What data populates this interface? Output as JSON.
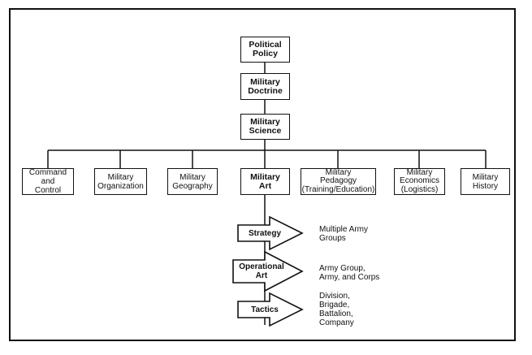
{
  "hierarchy": {
    "political_policy": "Political\nPolicy",
    "military_doctrine": "Military\nDoctrine",
    "military_science": "Military\nScience"
  },
  "branches": [
    "Command\nand\nControl",
    "Military\nOrganization",
    "Military\nGeography",
    "Military\nArt",
    "Military\nPedagogy\n(Training/Education)",
    "Military\nEconomics\n(Logistics)",
    "Military\nHistory"
  ],
  "levels": [
    {
      "name": "Strategy",
      "scope": "Multiple Army\nGroups"
    },
    {
      "name": "Operational\nArt",
      "scope": "Army Group,\nArmy, and Corps"
    },
    {
      "name": "Tactics",
      "scope": "Division,\nBrigade,\nBattalion,\nCompany"
    }
  ],
  "colors": {
    "ink": "#111111",
    "paper": "#ffffff"
  }
}
